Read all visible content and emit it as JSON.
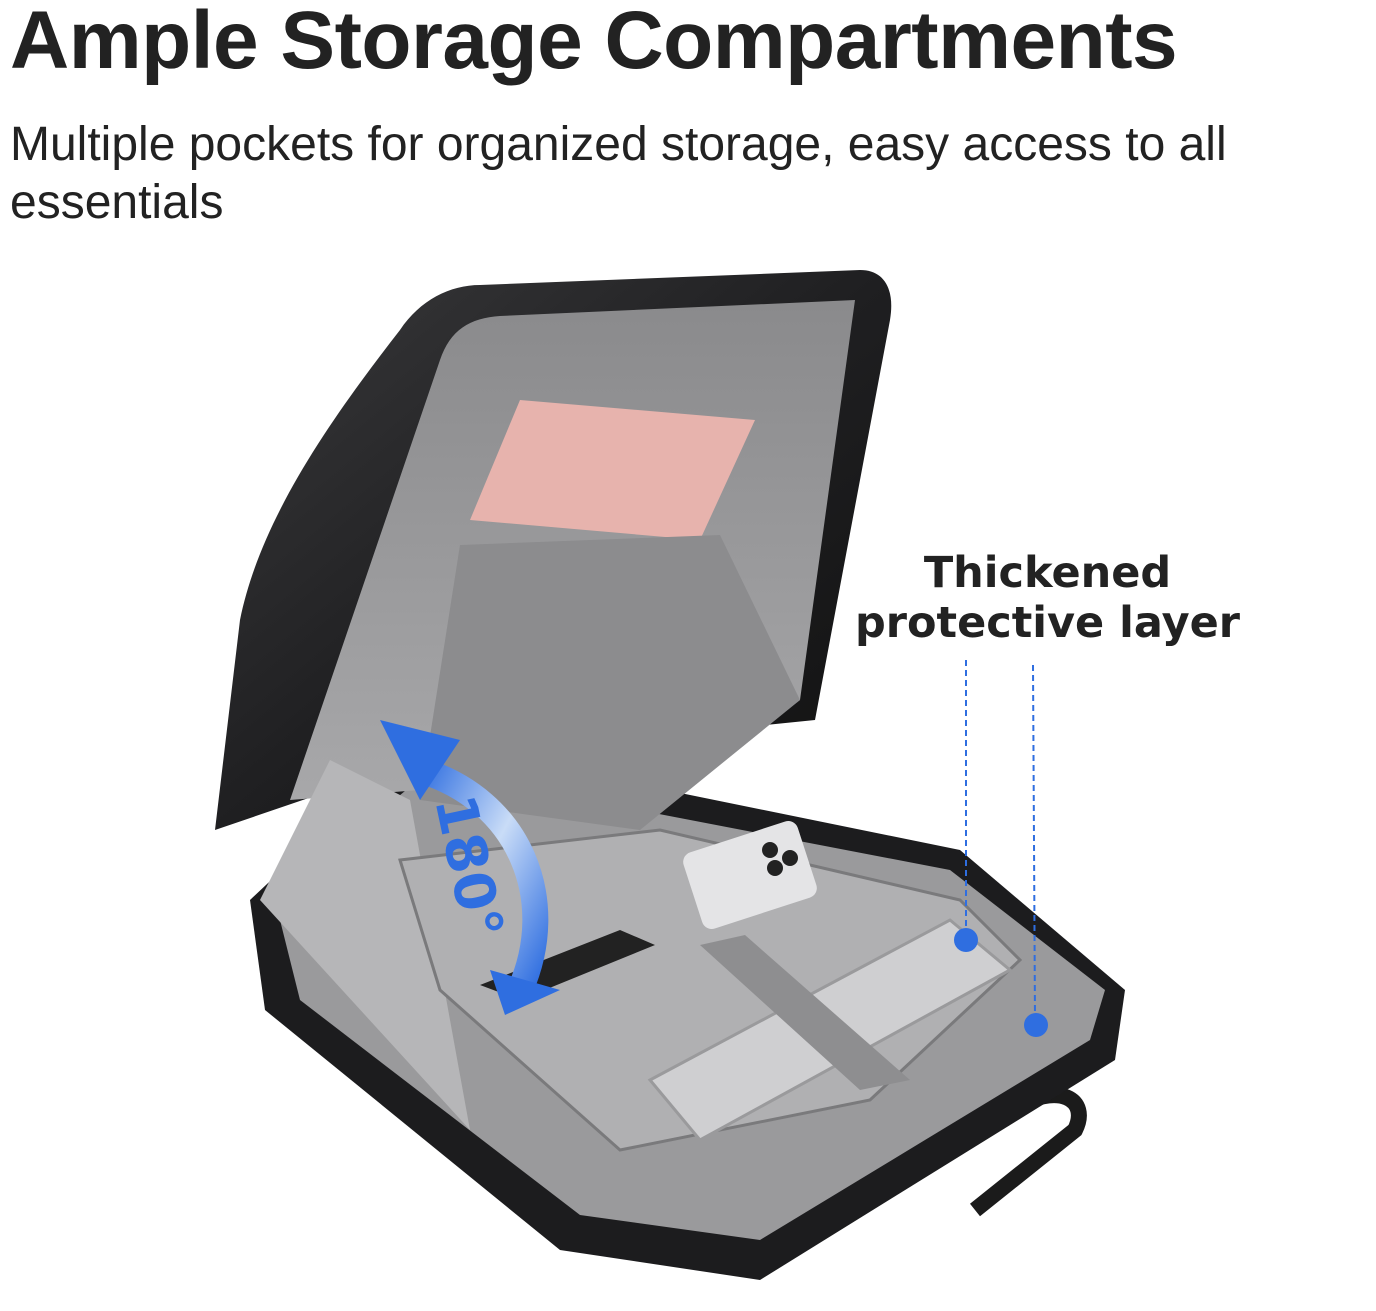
{
  "header": {
    "title": "Ample Storage Compartments",
    "subtitle": "Multiple pockets for organized storage, easy access to all essentials"
  },
  "callout": {
    "label": "Thickened protective layer",
    "marker_color": "#2f6ee0"
  },
  "rotation_badge": {
    "text": "180°",
    "color": "#2f6ee0"
  }
}
